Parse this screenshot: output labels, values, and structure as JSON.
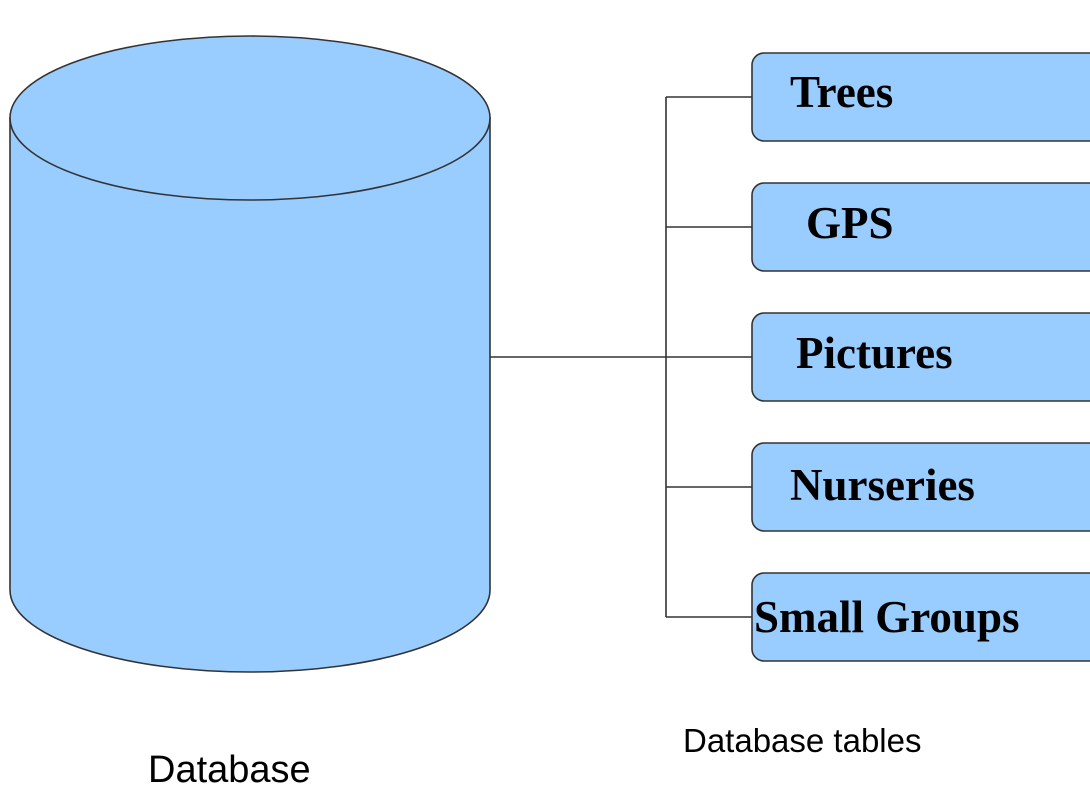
{
  "database": {
    "label": "Database"
  },
  "tables": {
    "caption": "Database tables",
    "items": [
      {
        "label": "Trees"
      },
      {
        "label": "GPS"
      },
      {
        "label": "Pictures"
      },
      {
        "label": "Nurseries"
      },
      {
        "label": "Small Groups"
      }
    ]
  },
  "colors": {
    "fill": "#99ccff",
    "stroke": "#333333"
  }
}
